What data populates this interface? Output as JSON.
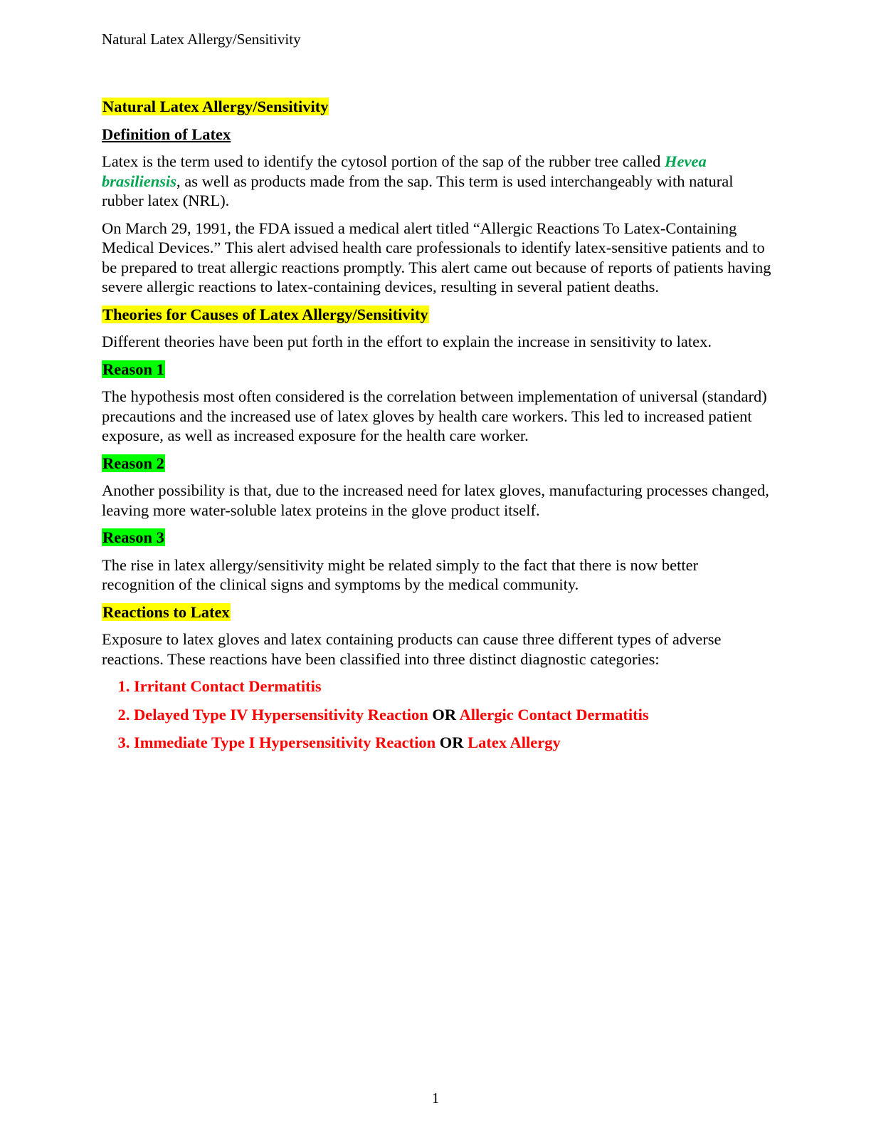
{
  "header": {
    "running_title": "Natural Latex Allergy/Sensitivity"
  },
  "title": "Natural Latex Allergy/Sensitivity",
  "definition": {
    "heading": "Definition of Latex",
    "p1_before": "Latex is the term used to identify the cytosol portion of the sap of the rubber tree called ",
    "species": "Hevea brasiliensis",
    "p1_after": ", as well as products made from the sap. This term is used interchangeably with natural rubber latex (NRL).",
    "p2": "On March 29, 1991, the FDA issued a medical alert titled “Allergic Reactions To Latex-Containing Medical Devices.” This alert advised health care professionals to identify latex-sensitive patients and to be prepared to treat allergic reactions promptly. This alert came out because of reports of patients having severe allergic reactions to latex-containing devices, resulting in several patient deaths."
  },
  "theories": {
    "heading": "Theories for Causes of Latex Allergy/Sensitivity",
    "intro": "Different theories have been put forth in the effort to explain the increase in sensitivity to latex.",
    "reasons": [
      {
        "heading": "Reason 1",
        "text": "The hypothesis most often considered is the correlation between implementation of universal (standard) precautions and the increased use of latex gloves by health care workers. This led to increased patient exposure, as well as increased exposure for the health care worker."
      },
      {
        "heading": "Reason 2",
        "text": "Another possibility is that, due to the increased need for latex gloves, manufacturing processes changed, leaving more water-soluble latex proteins in the glove product itself."
      },
      {
        "heading": "Reason 3",
        "text": "The rise in latex allergy/sensitivity might be related simply to the fact that there is now better recognition of the clinical signs and symptoms by the medical community."
      }
    ]
  },
  "reactions": {
    "heading": "Reactions to Latex",
    "intro": "Exposure to latex gloves and latex containing products can cause three different types of adverse reactions. These reactions have been classified into three distinct diagnostic categories:",
    "items": [
      {
        "primary": "Irritant Contact Dermatitis"
      },
      {
        "primary": "Delayed Type IV Hypersensitivity Reaction",
        "connector": "OR",
        "alt": "Allergic Contact Dermatitis"
      },
      {
        "primary": "Immediate Type I Hypersensitivity Reaction",
        "connector": "OR",
        "alt": "Latex Allergy"
      }
    ]
  },
  "footer": {
    "page_number": "1"
  },
  "colors": {
    "heading_highlight": "#ffff00",
    "reason_highlight": "#00ff00",
    "species_text": "#00a651",
    "list_text": "#ff0000"
  }
}
